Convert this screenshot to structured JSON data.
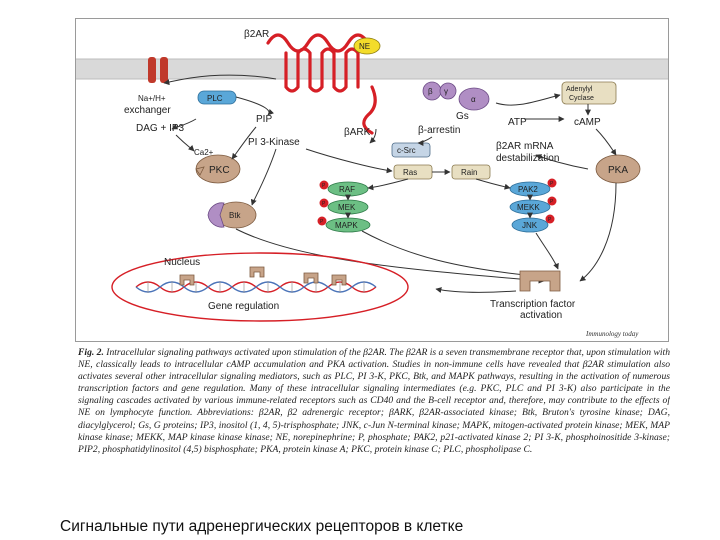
{
  "diagram": {
    "receptor_label": "β2AR",
    "ne_label": "NE",
    "exchanger_label_1": "Na+/H+",
    "exchanger_label_2": "exchanger",
    "plc_label": "PLC",
    "dag_ip3_label": "DAG + IP3",
    "pip_label": "PIP",
    "ca_label": "Ca2+",
    "pi3k_label": "PI 3-Kinase",
    "pkc_label": "PKC",
    "btk_label": "Btk",
    "bark_label": "βARK",
    "arrestin_label": "β-arrestin",
    "gs_label": "Gs",
    "beta_label": "β",
    "gamma_label": "γ",
    "alpha_label": "α",
    "adenylyl_label_1": "Adenylyl",
    "adenylyl_label_2": "Cyclase",
    "atp_label": "ATP",
    "camp_label": "cAMP",
    "csrc_label": "c-Src",
    "mrna_label_1": "β2AR mRNA",
    "mrna_label_2": "destabilization",
    "pka_label": "PKA",
    "ras_label": "Ras",
    "rain_label": "Rain",
    "raf_label": "RAF",
    "mek_label": "MEK",
    "mapk_label": "MAPK",
    "pak2_label": "PAK2",
    "mekk_label": "MEKK",
    "jnk_label": "JNK",
    "p_label": "P",
    "nucleus_label": "Nucleus",
    "gene_regulation_label": "Gene regulation",
    "tf_label_1": "Transcription factor",
    "tf_label_2": "activation",
    "credit": "Immunology today"
  },
  "caption": {
    "fig_number": "Fig. 2.",
    "text": "Intracellular signaling pathways activated upon stimulation of the β2AR. The β2AR is a seven transmembrane receptor that, upon stimulation with NE, classically leads to intracellular cAMP accumulation and PKA activation. Studies in non-immune cells have revealed that β2AR stimulation also activates several other intracellular signaling mediators, such as PLC, PI 3-K, PKC, Btk, and MAPK pathways, resulting in the activation of numerous transcription factors and gene regulation. Many of these intracellular signaling intermediates (e.g. PKC, PLC and PI 3-K) also participate in the signaling cascades activated by various immune-related receptors such as CD40 and the B-cell receptor and, therefore, may contribute to the effects of NE on lymphocyte function. Abbreviations: β2AR, β2 adrenergic receptor; βARK, β2AR-associated kinase; Btk, Bruton's tyrosine kinase; DAG, diacylglycerol; Gs, G proteins; IP3, inositol (1, 4, 5)-trisphosphate; JNK, c-Jun N-terminal kinase; MAPK, mitogen-activated protein kinase; MEK, MAP kinase kinase; MEKK, MAP kinase kinase kinase; NE, norepinephrine; P, phosphate; PAK2, p21-activated kinase 2; PI 3-K, phosphoinositide 3-kinase; PIP2, phosphatidylinositol (4,5) bisphosphate; PKA, protein kinase A; PKC, protein kinase C; PLC, phospholipase C."
  },
  "bottom_title": "Сигнальные пути адренергических рецепторов в клетке",
  "colors": {
    "membrane": "#d9d9d9",
    "receptor": "#d61f26",
    "ne": "#f3dc2a",
    "brown": "#c7a489",
    "purple": "#b08ec4",
    "blue": "#5aa7d8",
    "green": "#6cbf84",
    "tan": "#e8dfc2",
    "phospho": "#d61f26",
    "nucleus_ring": "#d61f26"
  }
}
